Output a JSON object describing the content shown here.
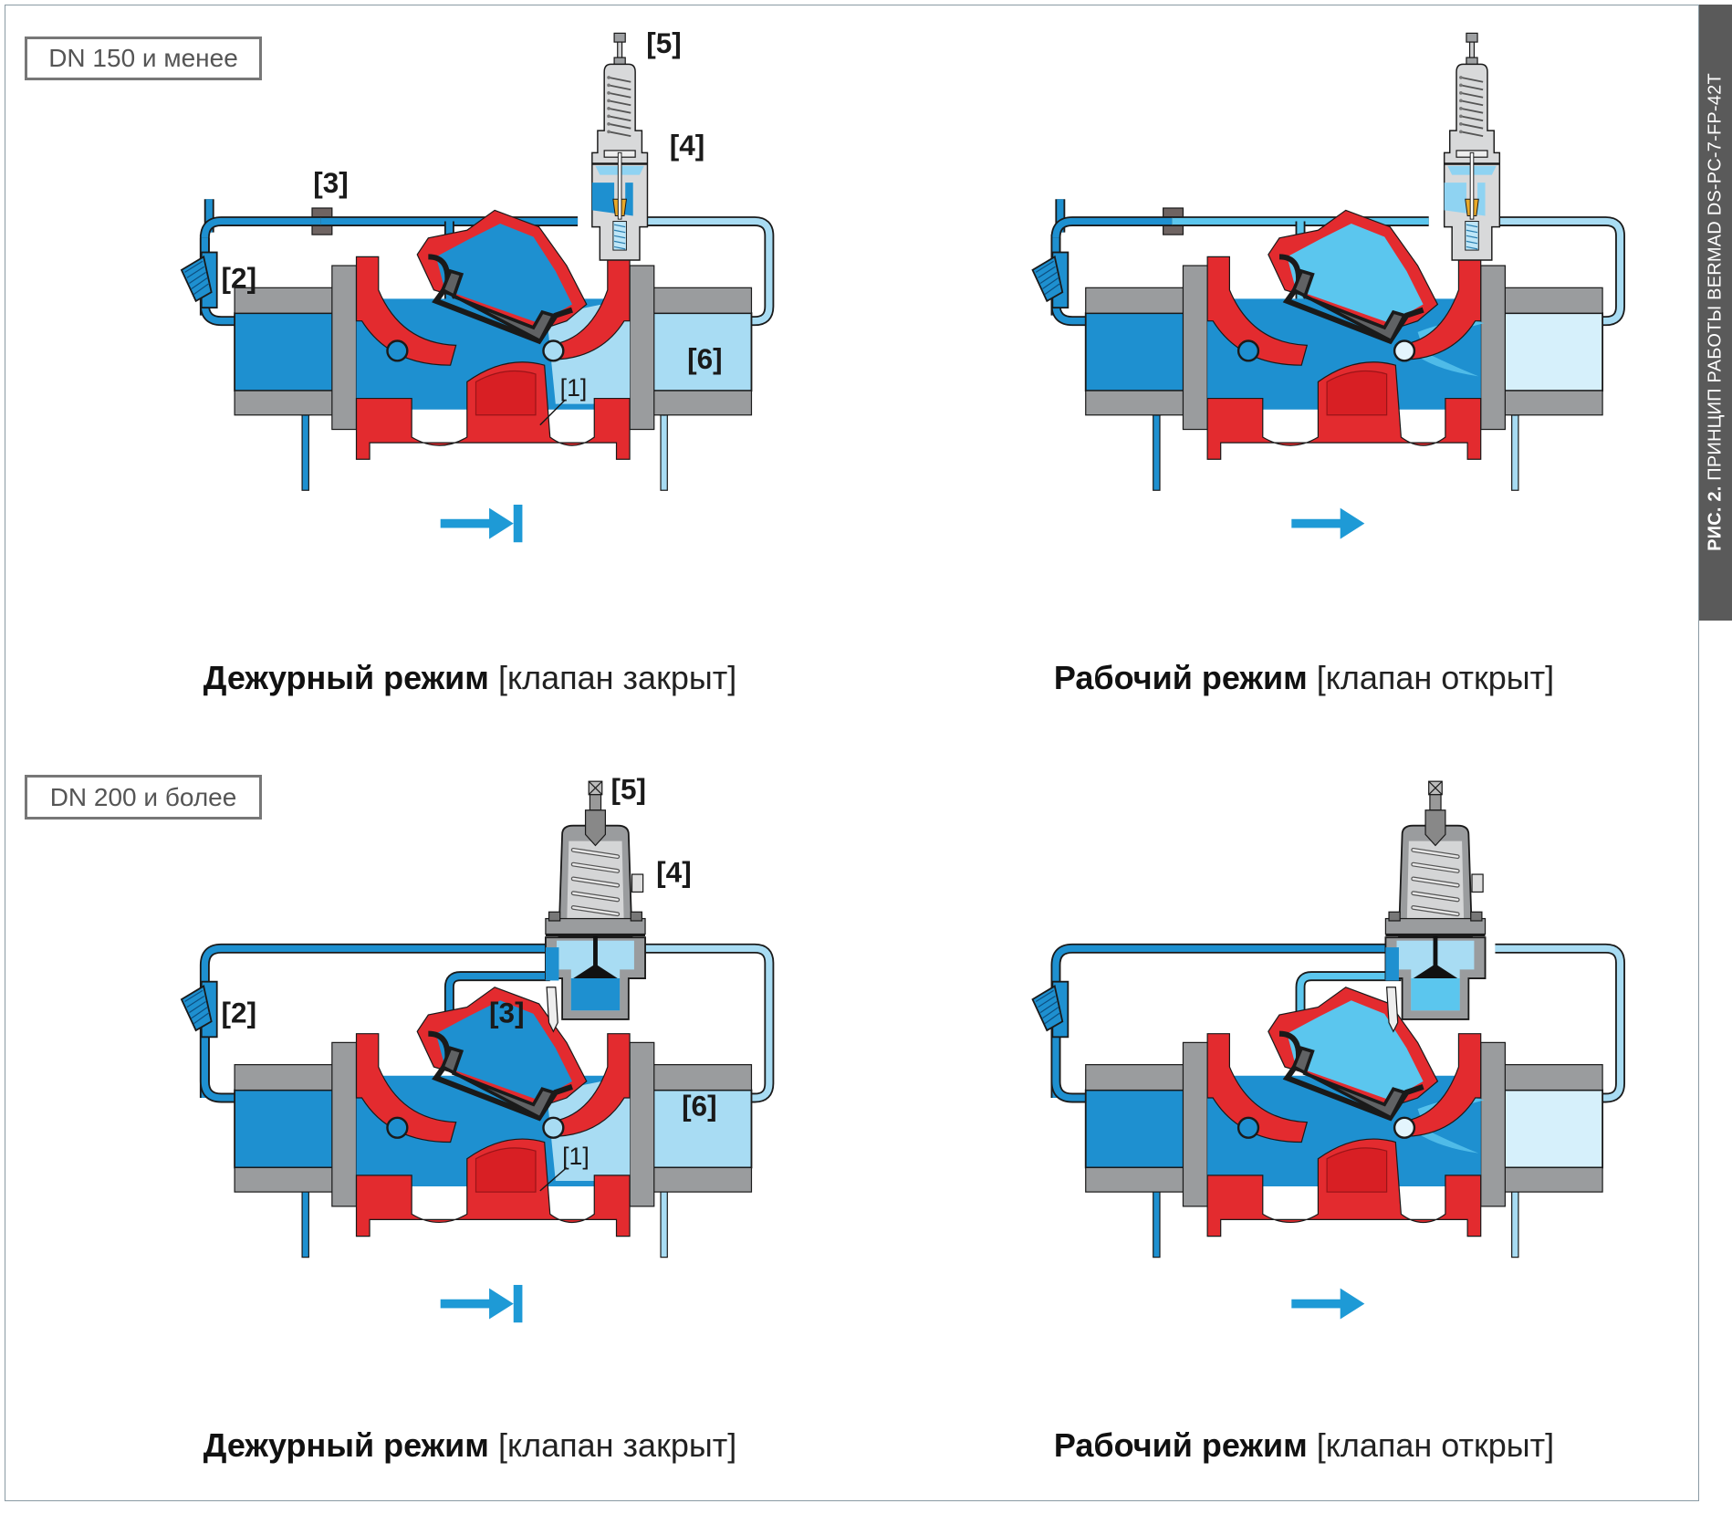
{
  "figure": {
    "side_label_prefix": "РИС. 2.",
    "side_label_text": "ПРИНЦИП РАБОТЫ BERMAD",
    "side_label_code": "DS-PC-7-FP-42T"
  },
  "colors": {
    "pipe_dark": "#1e90d0",
    "pipe_light": "#a8dcf3",
    "chamber_light": "#5bc6ee",
    "body_red": "#e32b2f",
    "steel_gray": "#9a9c9e",
    "pilot_gray": "#d8d9da",
    "arrow_blue": "#1e9ad6",
    "outline": "#1a1a1a"
  },
  "sections": [
    {
      "size_label": "DN 150 и менее",
      "panels": [
        {
          "mode": "Дежурный режим",
          "state": "[клапан закрыт]",
          "valve_open": false,
          "callouts": [
            "[1]",
            "[2]",
            "[3]",
            "[4]",
            "[5]",
            "[6]"
          ]
        },
        {
          "mode": "Рабочий режим",
          "state": "[клапан открыт]",
          "valve_open": true,
          "callouts": []
        }
      ]
    },
    {
      "size_label": "DN 200 и более",
      "panels": [
        {
          "mode": "Дежурный режим",
          "state": "[клапан закрыт]",
          "valve_open": false,
          "callouts": [
            "[1]",
            "[2]",
            "[3]",
            "[4]",
            "[5]",
            "[6]"
          ]
        },
        {
          "mode": "Рабочий режим",
          "state": "[клапан открыт]",
          "valve_open": true,
          "callouts": []
        }
      ]
    }
  ]
}
